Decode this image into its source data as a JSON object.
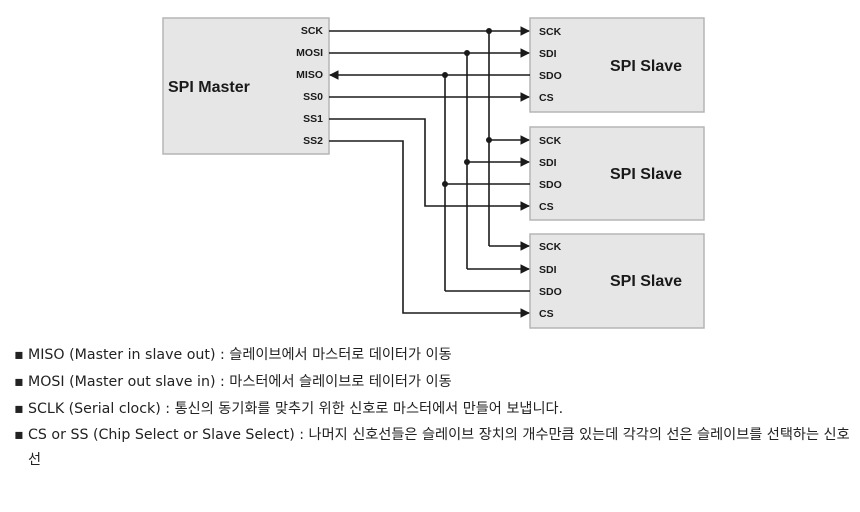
{
  "master": {
    "title": "SPI Master",
    "pins": [
      "SCK",
      "MOSI",
      "MISO",
      "SS0",
      "SS1",
      "SS2"
    ]
  },
  "slaves": [
    {
      "title": "SPI Slave",
      "pins": [
        "SCK",
        "SDI",
        "SDO",
        "CS"
      ]
    },
    {
      "title": "SPI Slave",
      "pins": [
        "SCK",
        "SDI",
        "SDO",
        "CS"
      ]
    },
    {
      "title": "SPI Slave",
      "pins": [
        "SCK",
        "SDI",
        "SDO",
        "CS"
      ]
    }
  ],
  "notes": [
    "MISO (Master in slave out) : 슬레이브에서 마스터로 데이터가 이동",
    "MOSI (Master out slave in) : 마스터에서 슬레이브로 테이터가 이동",
    "SCLK (Serial clock) : 통신의 동기화를 맞추기 위한 신호로 마스터에서 만들어 보냅니다.",
    "CS or SS (Chip Select or Slave Select) : 나머지 신호선들은 슬레이브 장치의 개수만큼 있는데 각각의 선은 슬레이브를 선택하는 신호선"
  ]
}
